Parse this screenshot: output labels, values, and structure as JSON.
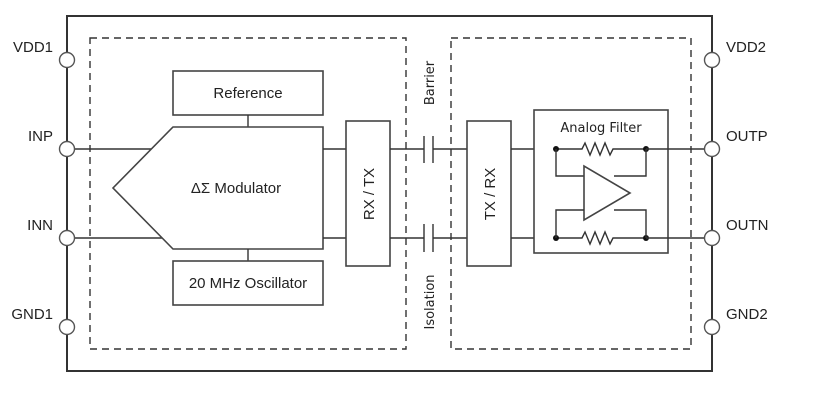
{
  "diagram": {
    "title": "Isolated Delta-Sigma Modulator Functional Block Diagram",
    "pins_left": [
      {
        "name": "VDD1"
      },
      {
        "name": "INP"
      },
      {
        "name": "INN"
      },
      {
        "name": "GND1"
      }
    ],
    "pins_right": [
      {
        "name": "VDD2"
      },
      {
        "name": "OUTP"
      },
      {
        "name": "OUTN"
      },
      {
        "name": "GND2"
      }
    ],
    "blocks": {
      "reference": "Reference",
      "modulator": "ΔΣ Modulator",
      "oscillator": "20 MHz Oscillator",
      "rx_tx": "RX / TX",
      "tx_rx": "TX / RX",
      "analog_filter": "Analog Filter"
    },
    "barrier": {
      "top_label": "Barrier",
      "bottom_label": "Isolation"
    }
  }
}
